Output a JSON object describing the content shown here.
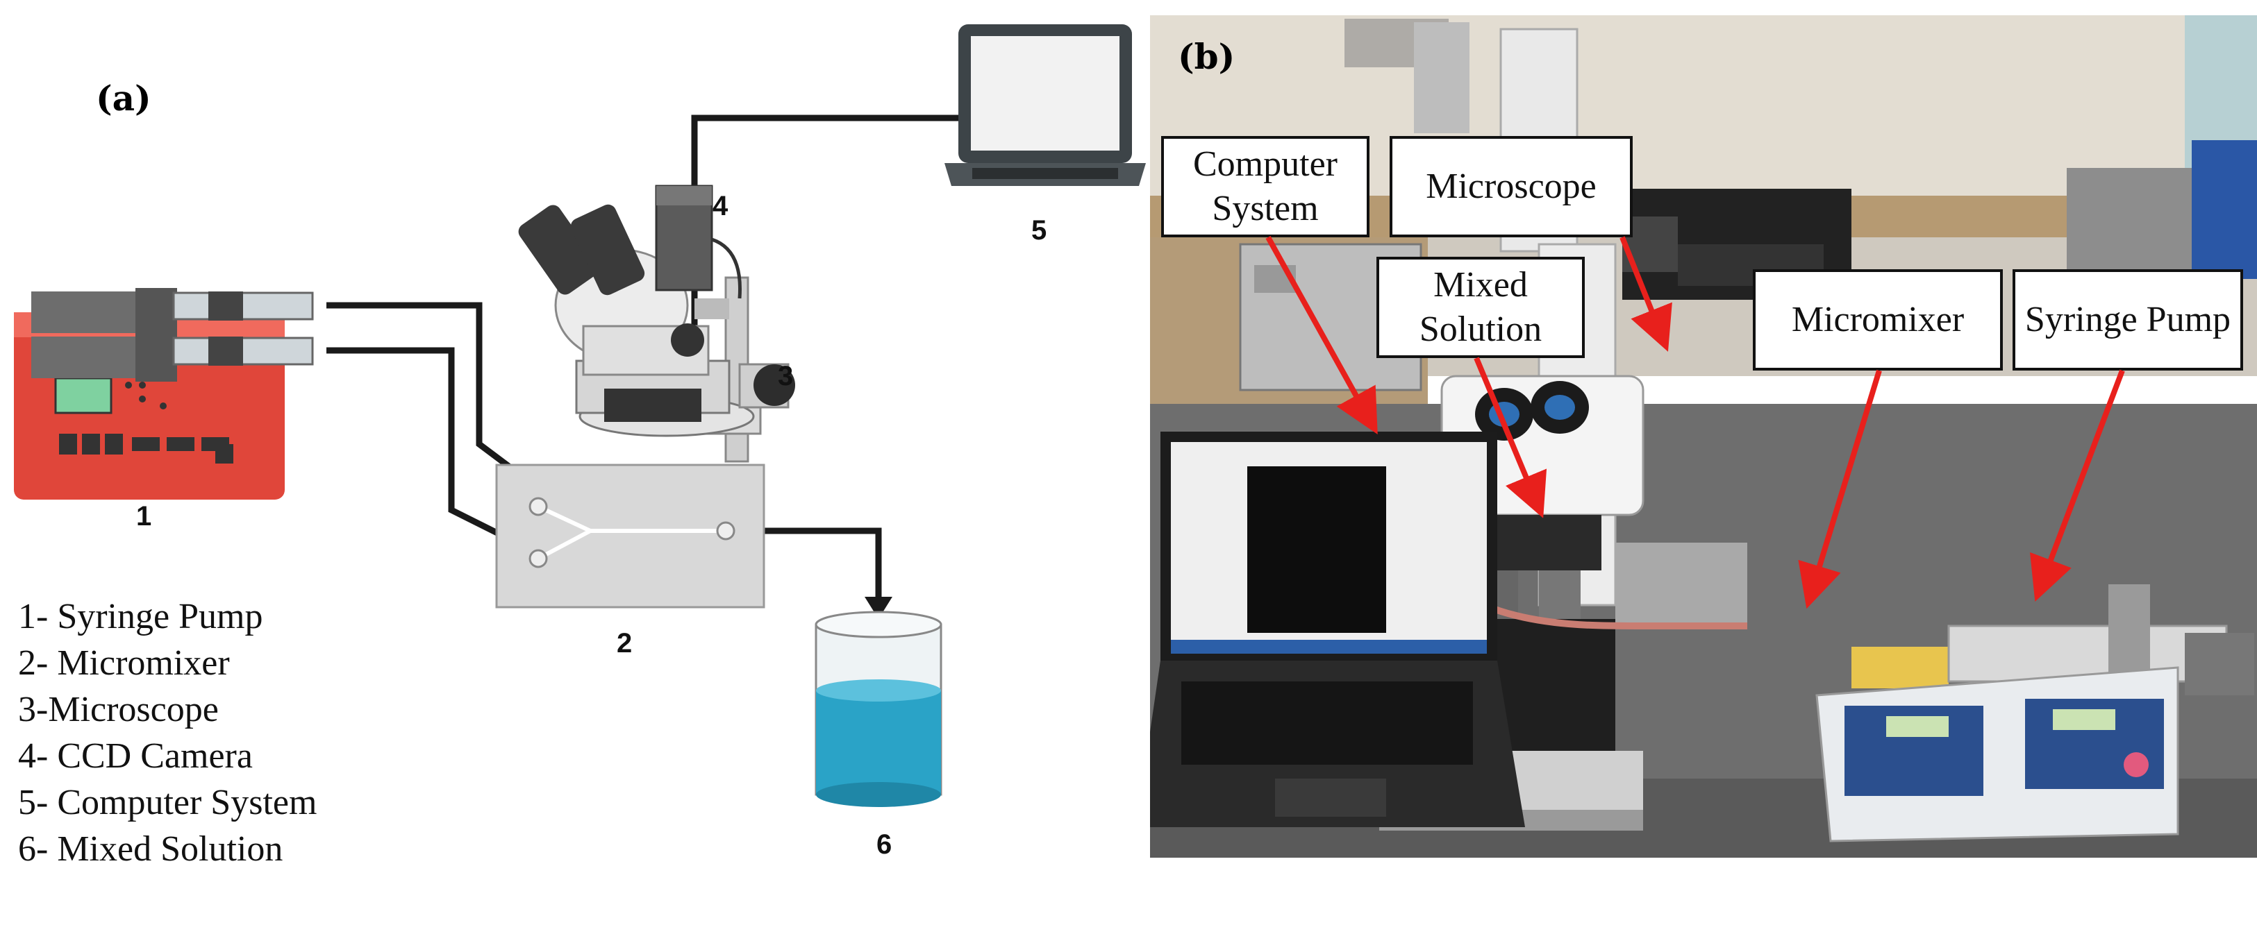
{
  "panel_a": {
    "label": "(a)",
    "component_numbers": [
      "1",
      "2",
      "3",
      "4",
      "5",
      "6"
    ],
    "legend": [
      "1- Syringe Pump",
      "2- Micromixer",
      "3-Microscope",
      "4- CCD Camera",
      "5- Computer System",
      "6- Mixed Solution"
    ]
  },
  "panel_b": {
    "label": "(b)",
    "callouts": [
      "Computer System",
      "Microscope",
      "Mixed Solution",
      "Micromixer",
      "Syringe Pump"
    ],
    "arrow_color": "#e8201c"
  },
  "colors": {
    "pump_red": "#e0463a",
    "liquid": "#2aa3c7",
    "chip": "#d8d8d8"
  }
}
